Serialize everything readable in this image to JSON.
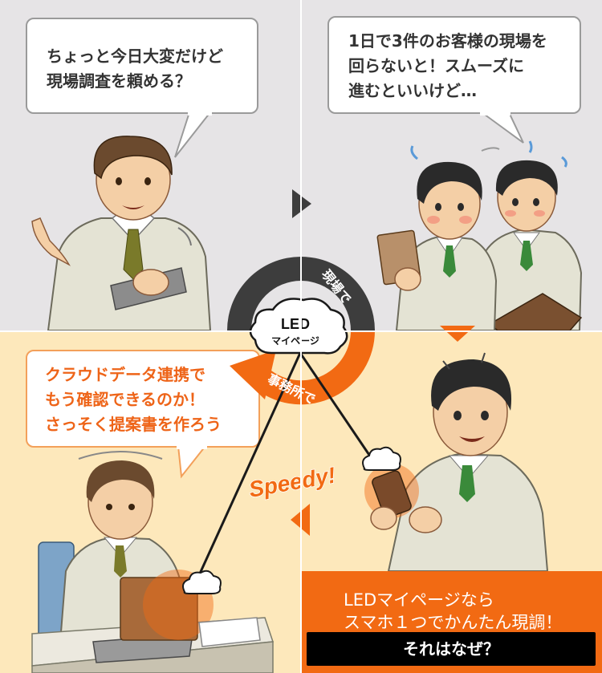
{
  "panels": {
    "top_left": {
      "speech": [
        "ちょっと今日大変だけど",
        "現場調査を頼める？"
      ]
    },
    "top_right": {
      "speech": [
        "1日で3件のお客様の現場を",
        "回らないと！スムーズに",
        "進むといいけど…"
      ]
    },
    "bottom_left": {
      "speech": [
        "クラウドデータ連携で",
        "もう確認できるのか！",
        "さっそく提案書を作ろう"
      ]
    }
  },
  "cycle": {
    "cloud_title": "LED",
    "cloud_subtitle": "マイページ",
    "arc_top_label": "現場で",
    "arc_bottom_label": "事務所で",
    "speedy": "Speedy!"
  },
  "cta": {
    "line1": "LEDマイページなら",
    "line2": "スマホ１つでかんたん現調！",
    "button": "それはなぜ？"
  },
  "colors": {
    "accent": "#f26a13",
    "dark_arc": "#3d3d3d",
    "panel_gray": "#e6e4e6",
    "panel_cream": "#fde8bb"
  }
}
